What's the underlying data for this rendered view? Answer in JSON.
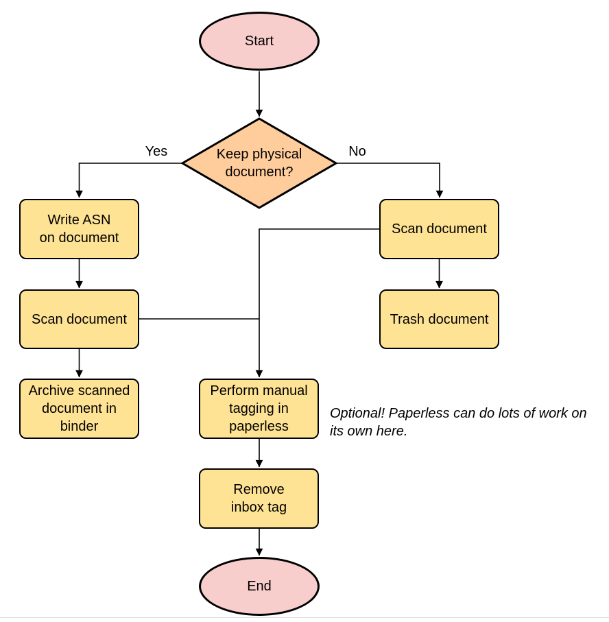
{
  "diagram_type": "flowchart",
  "colors": {
    "terminator_fill": "#f8cecc",
    "decision_fill": "#ffcd9c",
    "process_fill": "#ffe394",
    "stroke": "#000000",
    "background": "#ffffff"
  },
  "nodes": {
    "start": {
      "label": "Start",
      "shape": "ellipse"
    },
    "decision_keep_physical": {
      "label": "Keep physical\ndocument?",
      "shape": "diamond"
    },
    "write_asn": {
      "label": "Write ASN\non document",
      "shape": "rounded-rect"
    },
    "scan_document_left": {
      "label": "Scan document",
      "shape": "rounded-rect"
    },
    "archive_in_binder": {
      "label": "Archive scanned\ndocument in\nbinder",
      "shape": "rounded-rect"
    },
    "scan_document_right": {
      "label": "Scan document",
      "shape": "rounded-rect"
    },
    "trash_document": {
      "label": "Trash document",
      "shape": "rounded-rect"
    },
    "manual_tagging": {
      "label": "Perform manual\ntagging in\npaperless",
      "shape": "rounded-rect"
    },
    "remove_inbox_tag": {
      "label": "Remove\ninbox tag",
      "shape": "rounded-rect"
    },
    "end": {
      "label": "End",
      "shape": "ellipse"
    }
  },
  "edge_labels": {
    "yes": "Yes",
    "no": "No"
  },
  "edges": [
    {
      "from": "start",
      "to": "decision_keep_physical"
    },
    {
      "from": "decision_keep_physical",
      "to": "write_asn",
      "label": "Yes"
    },
    {
      "from": "decision_keep_physical",
      "to": "scan_document_right",
      "label": "No"
    },
    {
      "from": "write_asn",
      "to": "scan_document_left"
    },
    {
      "from": "scan_document_left",
      "to": "archive_in_binder"
    },
    {
      "from": "scan_document_left",
      "to": "manual_tagging"
    },
    {
      "from": "scan_document_right",
      "to": "trash_document"
    },
    {
      "from": "scan_document_right",
      "to": "manual_tagging"
    },
    {
      "from": "manual_tagging",
      "to": "remove_inbox_tag"
    },
    {
      "from": "remove_inbox_tag",
      "to": "end"
    }
  ],
  "annotation": {
    "note": "Optional! Paperless can do lots of work on\nits own here."
  }
}
